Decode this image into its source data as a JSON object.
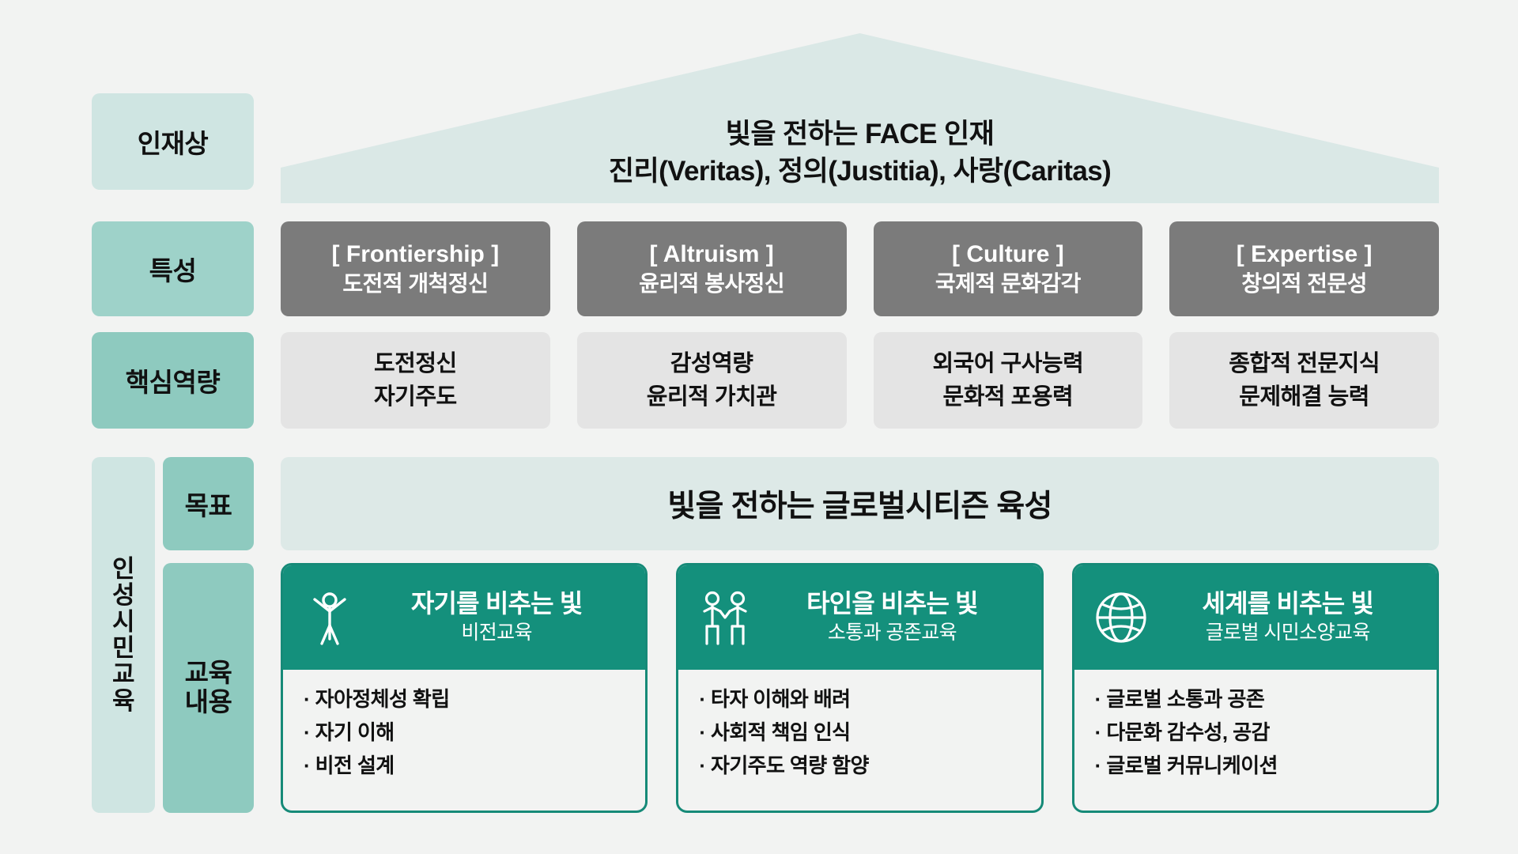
{
  "rail": {
    "talent": "인재상",
    "traits": "특성",
    "competency": "핵심역량",
    "character_chars": [
      "인",
      "성",
      "시",
      "민",
      "교",
      "육"
    ],
    "goal": "목표",
    "content_lines": [
      "교육",
      "내용"
    ]
  },
  "roof": {
    "line1": "빛을 전하는 FACE 인재",
    "line2": "진리(Veritas), 정의(Justitia), 사랑(Caritas)",
    "fill": "#dae8e6"
  },
  "traits": [
    {
      "en": "[ Frontiership ]",
      "ko": "도전적 개척정신"
    },
    {
      "en": "[ Altruism ]",
      "ko": "윤리적 봉사정신"
    },
    {
      "en": "[ Culture ]",
      "ko": "국제적 문화감각"
    },
    {
      "en": "[ Expertise ]",
      "ko": "창의적 전문성"
    }
  ],
  "competencies": [
    {
      "line1": "도전정신",
      "line2": "자기주도"
    },
    {
      "line1": "감성역량",
      "line2": "윤리적 가치관"
    },
    {
      "line1": "외국어 구사능력",
      "line2": "문화적 포용력"
    },
    {
      "line1": "종합적 전문지식",
      "line2": "문제해결 능력"
    }
  ],
  "goal_banner": "빛을 전하는 글로벌시티즌 육성",
  "education_cards": [
    {
      "icon": "person-raised-arms-icon",
      "title": "자기를 비추는 빛",
      "subtitle": "비전교육",
      "items": [
        "· 자아정체성 확립",
        "· 자기 이해",
        "· 비전 설계"
      ]
    },
    {
      "icon": "two-people-holding-hands-icon",
      "title": "타인을 비추는 빛",
      "subtitle": "소통과 공존교육",
      "items": [
        "· 타자 이해와 배려",
        "· 사회적 책임 인식",
        "· 자기주도 역량 함양"
      ]
    },
    {
      "icon": "globe-icon",
      "title": "세계를 비추는 빛",
      "subtitle": "글로벌 시민소양교육",
      "items": [
        "· 글로벌 소통과 공존",
        "· 다문화 감수성, 공감",
        "· 글로벌 커뮤니케이션"
      ]
    }
  ],
  "colors": {
    "background": "#f2f3f2",
    "rail_pale": "#cfe5e2",
    "rail_mid": "#9ed2c9",
    "rail_strong": "#8ecabf",
    "trait_card": "#7b7b7b",
    "competency_card": "#e4e4e4",
    "goal_banner": "#dde9e7",
    "edu_header": "#14907c",
    "edu_border": "#168a78"
  }
}
